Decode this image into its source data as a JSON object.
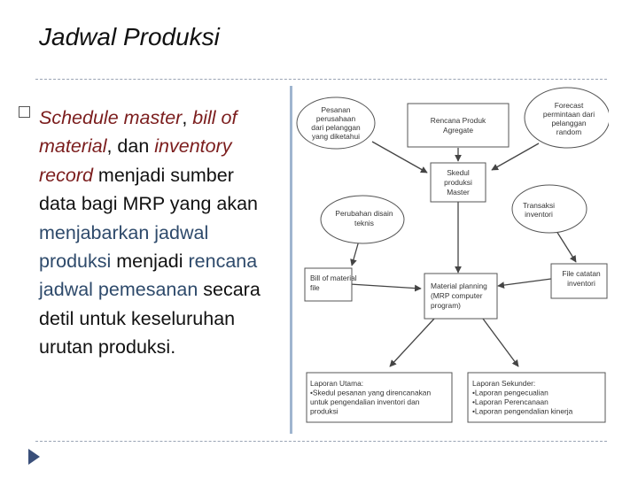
{
  "title": "Jadwal Produksi",
  "bullet": {
    "segments": [
      {
        "text": "Schedule master",
        "style": "hl"
      },
      {
        "text": ", ",
        "style": "plain"
      },
      {
        "text": "bill of material",
        "style": "hl"
      },
      {
        "text": ", dan ",
        "style": "plain"
      },
      {
        "text": "inventory record",
        "style": "hl"
      },
      {
        "text": " menjadi sumber data bagi MRP yang akan ",
        "style": "plain"
      },
      {
        "text": "menjabarkan jadwal produksi",
        "style": "blue"
      },
      {
        "text": " menjadi ",
        "style": "plain"
      },
      {
        "text": "rencana jadwal pemesanan",
        "style": "blue"
      },
      {
        "text": " secara detil untuk keseluruhan urutan produksi.",
        "style": "plain"
      }
    ]
  },
  "diagram": {
    "nodes": {
      "pesanan": [
        "Pesanan",
        "perusahaan",
        "dari pelanggan",
        "yang diketahui"
      ],
      "rencana": [
        "Rencana Produk",
        "Agregate"
      ],
      "forecast": [
        "Forecast",
        "permintaan dari",
        "pelanggan",
        "random"
      ],
      "skedul": [
        "Skedul",
        "produksi",
        "Master"
      ],
      "perubahan": [
        "Perubahan disain",
        "teknis"
      ],
      "transaksi": [
        "Transaksi",
        "inventori"
      ],
      "bom": [
        "Bill of material",
        "file"
      ],
      "mrp": [
        "Material planning",
        "(MRP computer",
        "program)"
      ],
      "filecatatan": [
        "File catatan",
        "inventori"
      ],
      "laporan_utama": [
        "Laporan Utama:",
        "•Skedul pesanan yang direncanakan",
        "untuk pengendalian inventori dan",
        "produksi"
      ],
      "laporan_sekunder": [
        "Laporan Sekunder:",
        "•Laporan pengecualian",
        "•Laporan Perencanaan",
        "•Laporan pengendalian kinerja"
      ]
    }
  }
}
